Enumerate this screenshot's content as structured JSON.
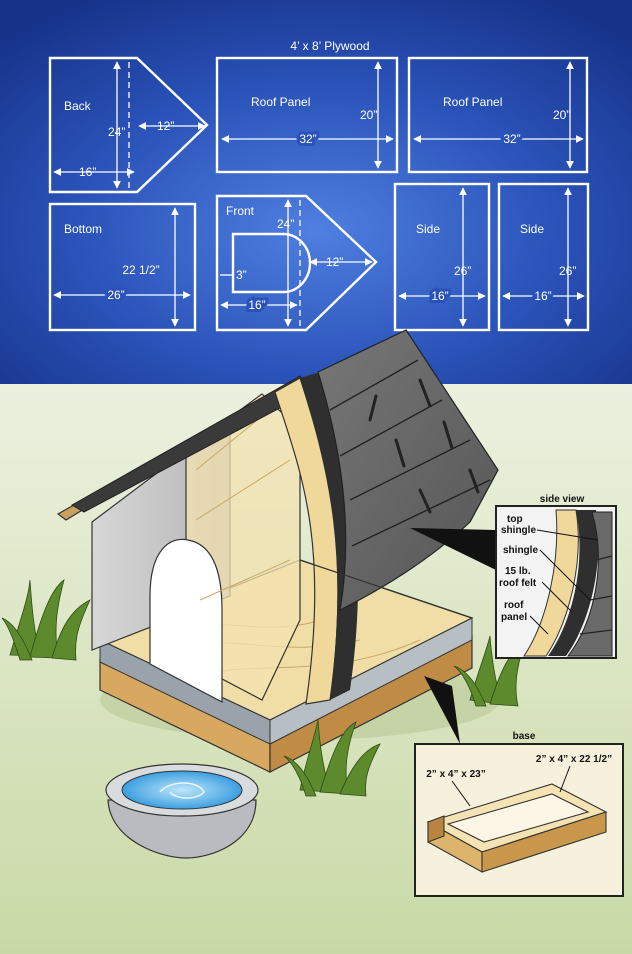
{
  "plywood": {
    "title": "4’ x 8’ Plywood",
    "back": {
      "label": "Back",
      "h": "24”",
      "w": "16”",
      "tri": "12”"
    },
    "roof1": {
      "label": "Roof Panel",
      "h": "20”",
      "w": "32”"
    },
    "roof2": {
      "label": "Roof Panel",
      "h": "20”",
      "w": "32”"
    },
    "bottom": {
      "label": "Bottom",
      "h": "22 1/2”",
      "w": "26”"
    },
    "front": {
      "label": "Front",
      "h": "24”",
      "w": "16”",
      "tri": "12”",
      "door": "3”"
    },
    "side1": {
      "label": "Side",
      "h": "26”",
      "w": "16”"
    },
    "side2": {
      "label": "Side",
      "h": "26”",
      "w": "16”"
    }
  },
  "side_view": {
    "title": "side view",
    "top_shingle": [
      "top",
      "shingle"
    ],
    "shingle": "shingle",
    "felt": [
      "15 lb.",
      "roof felt"
    ],
    "panel": [
      "roof",
      "panel"
    ]
  },
  "base": {
    "title": "base",
    "left_board": "2” x 4” x 23”",
    "right_board": "2” x 4” x 22 1/2”"
  },
  "colors": {
    "blueprint": "#1e3f9c",
    "lawn": "#dbe6c4",
    "roof": "#5a5a5a",
    "wood": "#efd9a0"
  }
}
